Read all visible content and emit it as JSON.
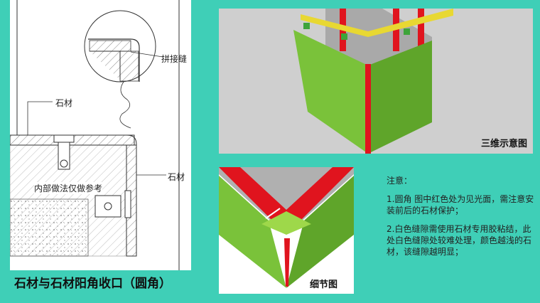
{
  "drawing": {
    "labels": {
      "seam": "拼接缝",
      "stone_top": "石材",
      "stone_right": "石材",
      "inner_ref": "内部做法仅做参考"
    }
  },
  "captions": {
    "main": "石材与石材阳角收口（圆角）",
    "render": "三维示意图",
    "detail": "细节图"
  },
  "notes": {
    "title": "注意：",
    "item1": "1.圆角 图中红色处为见光面，需注意安装前后的石材保护；",
    "item2": "2.白色缝隙需使用石材专用胶粘结，此处白色缝隙处较难处理，颜色越浅的石材，该缝隙越明显；"
  },
  "colors": {
    "background": "#3fcfb7",
    "stone_green": "#7ac23a",
    "highlight_red": "#e0141e"
  }
}
